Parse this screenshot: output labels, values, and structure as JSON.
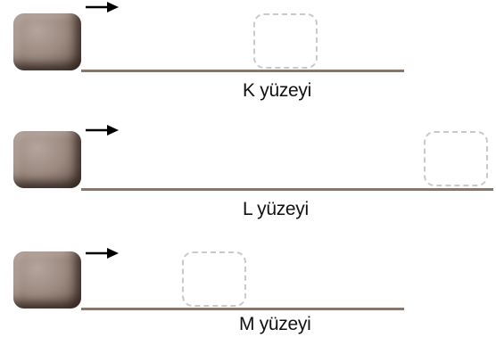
{
  "surfaces": [
    {
      "id": "k",
      "label": "K yüzeyi"
    },
    {
      "id": "l",
      "label": "L yüzeyi"
    },
    {
      "id": "m",
      "label": "M yüzeyi"
    }
  ],
  "colors": {
    "block": "#9c8a80",
    "surface_line": "#8b7468",
    "ghost_outline": "#c9c9c9",
    "arrow": "#000000"
  },
  "icons": {
    "motion_arrow": "right-arrow-icon"
  }
}
